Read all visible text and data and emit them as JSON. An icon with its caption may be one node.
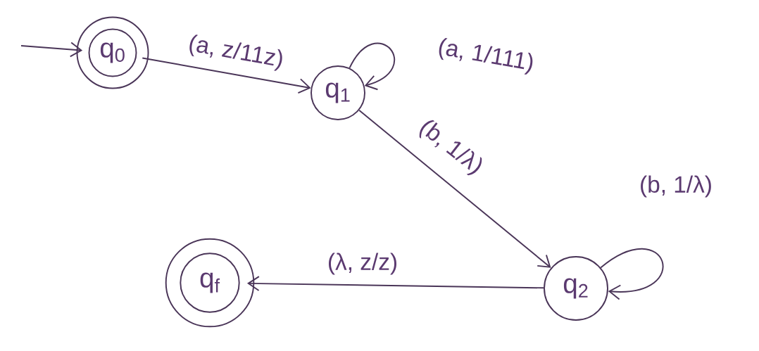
{
  "diagram": {
    "nodes": [
      {
        "text": [
          "q$_{0}$"
        ]
      },
      {
        "text": [
          "q$_{1}$"
        ]
      },
      {
        "text": [
          "q$_{2}$"
        ]
      },
      {
        "text": [
          "q$_{f}$"
        ]
      }
    ],
    "edges": [
      {
        "from": null,
        "to": 0,
        "arrow": "to"
      },
      {
        "from": 0,
        "to": 1,
        "arrow": "to",
        "label": "(a, z/11z)"
      },
      {
        "from": 1,
        "to": 1,
        "arrow": "to",
        "label": "(a, 1/111)"
      },
      {
        "from": 1,
        "to": 2,
        "arrow": "to",
        "label": "(b, 1/λ)"
      },
      {
        "from": 2,
        "to": 2,
        "arrow": "to",
        "label": "(b, 1/λ)"
      },
      {
        "from": 2,
        "to": 3,
        "arrow": "to",
        "label": "(λ, z/z)"
      }
    ]
  }
}
